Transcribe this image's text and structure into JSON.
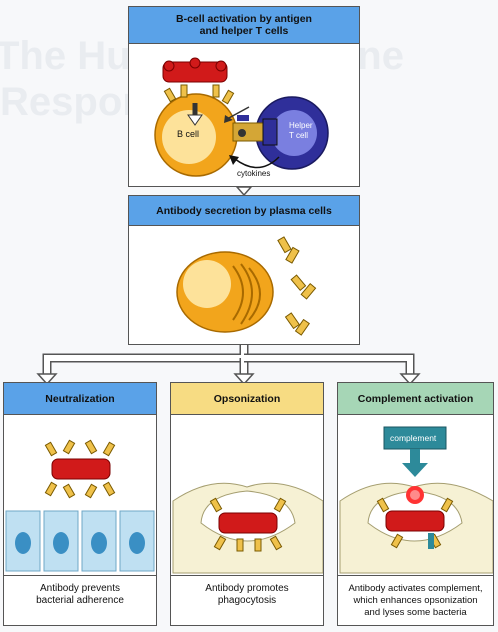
{
  "background_text": {
    "line1": "The Humoral Immune",
    "line2": "Response"
  },
  "panels": {
    "activation": {
      "title_line1": "B-cell activation by antigen",
      "title_line2": "and helper T cells",
      "b_cell_label": "B cell",
      "helper_label_line1": "Helper",
      "helper_label_line2": "T cell",
      "cytokines_label": "cytokines"
    },
    "secretion": {
      "title": "Antibody secretion by plasma cells"
    },
    "neutralization": {
      "title": "Neutralization",
      "caption_line1": "Antibody prevents",
      "caption_line2": "bacterial adherence"
    },
    "opsonization": {
      "title": "Opsonization",
      "caption_line1": "Antibody promotes",
      "caption_line2": "phagocytosis"
    },
    "complement": {
      "title": "Complement  activation",
      "box_label": "complement",
      "caption_line1": "Antibody activates complement,",
      "caption_line2": "which enhances opsonization",
      "caption_line3": "and lyses some bacteria"
    }
  },
  "colors": {
    "header_blue": "#5aa2e8",
    "header_yellow": "#f7dc83",
    "header_green": "#a6d6b6",
    "antigen_red": "#d11a1a",
    "b_cell_orange": "#f2a51c",
    "helper_t_blue": "#2f2f9a",
    "antibody_yellow": "#efc14a",
    "complement_teal": "#2d8a9a"
  }
}
